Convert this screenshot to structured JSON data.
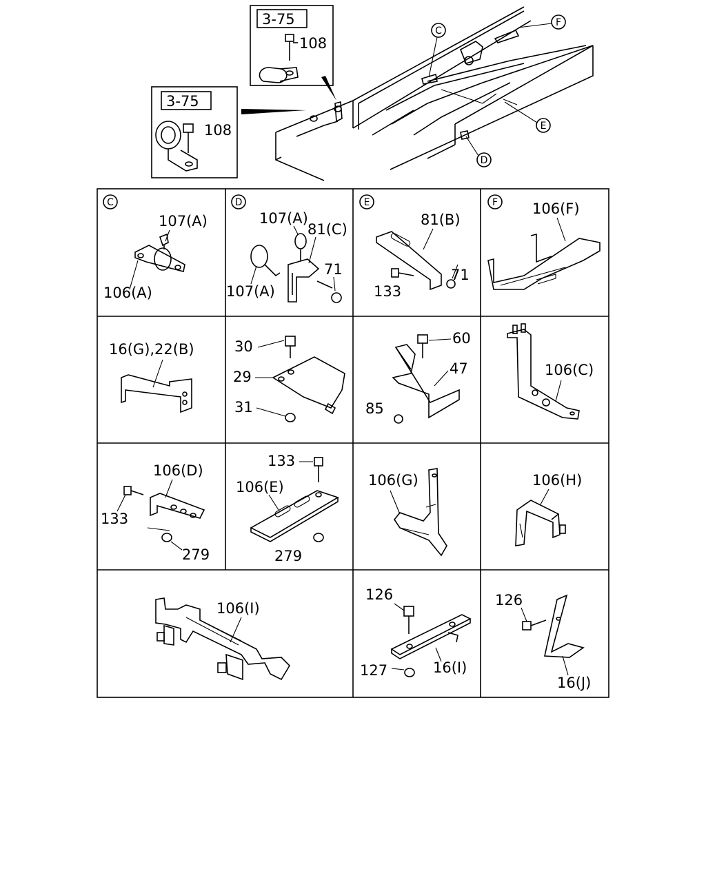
{
  "overview": {
    "ref_box_upper": "3-75",
    "ref_box_lower": "3-75",
    "bolt_upper": "108",
    "bolt_lower": "108",
    "callout_c": "C",
    "callout_d": "D",
    "callout_e": "E",
    "callout_f": "F"
  },
  "panels": {
    "c": {
      "key": "C",
      "labels": [
        "107(A)",
        "106(A)"
      ]
    },
    "d": {
      "key": "D",
      "labels": [
        "107(A)",
        "81(C)",
        "71",
        "107(A)"
      ]
    },
    "e": {
      "key": "E",
      "labels": [
        "81(B)",
        "71",
        "133"
      ]
    },
    "f": {
      "key": "F",
      "labels": [
        "106(F)"
      ]
    },
    "r2c1": {
      "labels": [
        "16(G),22(B)"
      ]
    },
    "r2c2": {
      "labels": [
        "30",
        "29",
        "31"
      ]
    },
    "r2c3": {
      "labels": [
        "60",
        "47",
        "85"
      ]
    },
    "r2c4": {
      "labels": [
        "106(C)"
      ]
    },
    "r3c1": {
      "labels": [
        "106(D)",
        "133",
        "279"
      ]
    },
    "r3c2": {
      "labels": [
        "133",
        "106(E)",
        "279"
      ]
    },
    "r3c3": {
      "labels": [
        "106(G)"
      ]
    },
    "r3c4": {
      "labels": [
        "106(H)"
      ]
    },
    "r4c1": {
      "labels": [
        "106(I)"
      ]
    },
    "r4c3": {
      "labels": [
        "126",
        "127",
        "16(I)"
      ]
    },
    "r4c4": {
      "labels": [
        "126",
        "16(J)"
      ]
    }
  }
}
